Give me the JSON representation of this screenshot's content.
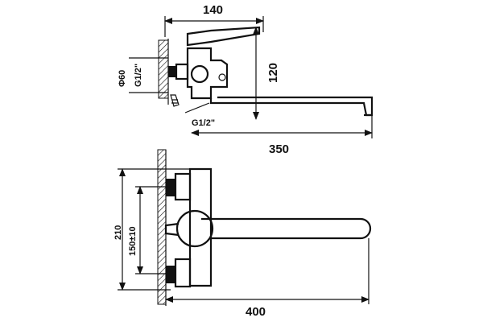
{
  "top_view": {
    "width_label": "140",
    "height_label": "120",
    "spout_length_label": "350",
    "diameter_label": "Φ60",
    "thread_label_vertical": "G1/2\"",
    "thread_label_bottom": "G1/2\""
  },
  "front_view": {
    "center_distance_label": "150±10",
    "height_label": "210",
    "total_width_label": "400"
  }
}
